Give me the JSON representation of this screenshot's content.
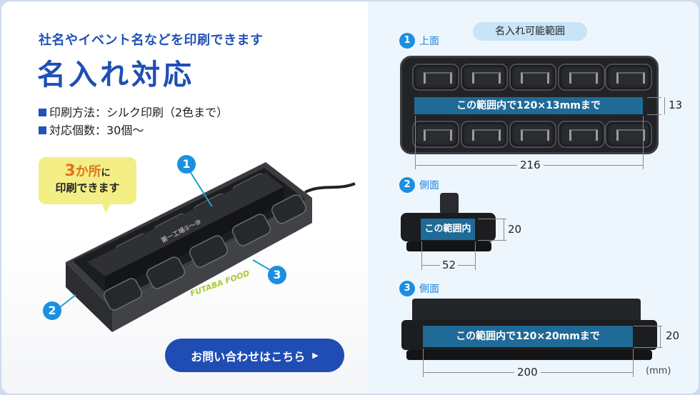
{
  "left": {
    "subtitle": "社名やイベント名などを印刷できます",
    "title": "名入れ対応",
    "bullets": [
      {
        "label": "印刷方法：シルク印刷（2色まで）"
      },
      {
        "label": "対応個数：30個〜"
      }
    ],
    "bubble": {
      "number": "3",
      "places": "か所",
      "particle": "に",
      "line2": "印刷できます"
    },
    "product": {
      "top_print": "第一工場①〜⑩",
      "side_print": "FUTABA FOOD",
      "callouts": [
        "1",
        "2",
        "3"
      ]
    },
    "cta": {
      "label": "お問い合わせはこちら",
      "arrow": "▶"
    }
  },
  "right": {
    "heading": "名入れ可能範囲",
    "sections": [
      {
        "num": "1",
        "label": "上面",
        "band": "この範囲内で120×13mmまで",
        "width_dim": "216",
        "height_dim": "13"
      },
      {
        "num": "2",
        "label": "側面",
        "band": "この範囲内",
        "width_dim": "52",
        "height_dim": "20"
      },
      {
        "num": "3",
        "label": "側面",
        "band": "この範囲内で120×20mmまで",
        "width_dim": "200",
        "height_dim": "20"
      }
    ],
    "unit": "(mm)"
  },
  "colors": {
    "brand_blue": "#1f4db3",
    "badge_blue": "#1b8fe0",
    "band_blue": "#1f6a97",
    "bubble_yellow": "#f4ee86",
    "accent_orange": "#e4731b"
  }
}
